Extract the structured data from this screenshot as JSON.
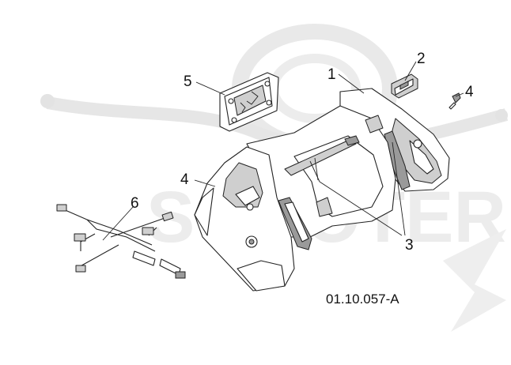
{
  "diagram": {
    "reference_code": "01.10.057-A",
    "watermark_text": "SCOOTER",
    "accent_color": "#222222",
    "watermark_color": "#e6e6e6",
    "callouts": [
      {
        "id": "c1",
        "label": "1",
        "part": "front-shield"
      },
      {
        "id": "c2",
        "label": "2",
        "part": "small-clip"
      },
      {
        "id": "c3",
        "label": "3",
        "part": "light-lenses"
      },
      {
        "id": "c4a",
        "label": "4",
        "part": "screw"
      },
      {
        "id": "c4b",
        "label": "4",
        "part": "screw"
      },
      {
        "id": "c5",
        "label": "5",
        "part": "mounting-plate"
      },
      {
        "id": "c6",
        "label": "6",
        "part": "wiring-harness"
      }
    ]
  }
}
